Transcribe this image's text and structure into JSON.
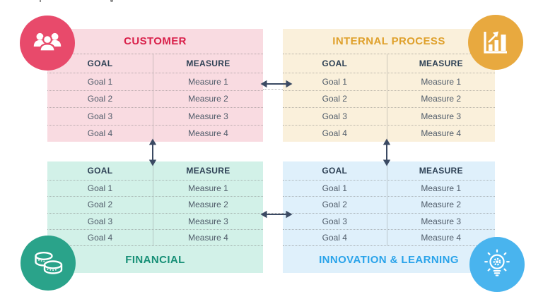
{
  "diagram": {
    "name": "balanced-scorecard",
    "colors": {
      "background": "#FFFFFF",
      "header_text": "#2E4155",
      "row_text": "#4F5B69",
      "arrow": "#3B4A63"
    }
  },
  "quadrants": {
    "customer": {
      "title": "CUSTOMER",
      "title_color": "#D9204A",
      "panel_color": "#F9DBE1",
      "badge_color": "#E84A6B",
      "icon": "people-group-icon",
      "columns": {
        "goal": "GOAL",
        "measure": "MEASURE"
      },
      "rows": [
        {
          "goal": "Goal 1",
          "measure": "Measure 1"
        },
        {
          "goal": "Goal 2",
          "measure": "Measure 2"
        },
        {
          "goal": "Goal 3",
          "measure": "Measure 3"
        },
        {
          "goal": "Goal 4",
          "measure": "Measure 4"
        }
      ]
    },
    "internal_process": {
      "title": "INTERNAL PROCESS",
      "title_color": "#DFA02B",
      "panel_color": "#FAF0DB",
      "badge_color": "#E8A93F",
      "icon": "bar-chart-growth-icon",
      "columns": {
        "goal": "GOAL",
        "measure": "MEASURE"
      },
      "rows": [
        {
          "goal": "Goal 1",
          "measure": "Measure 1"
        },
        {
          "goal": "Goal 2",
          "measure": "Measure 2"
        },
        {
          "goal": "Goal 3",
          "measure": "Measure 3"
        },
        {
          "goal": "Goal 4",
          "measure": "Measure 4"
        }
      ]
    },
    "financial": {
      "title": "FINANCIAL",
      "title_color": "#168F76",
      "panel_color": "#D2F1E8",
      "badge_color": "#2AA38A",
      "icon": "coins-icon",
      "columns": {
        "goal": "GOAL",
        "measure": "MEASURE"
      },
      "rows": [
        {
          "goal": "Goal 1",
          "measure": "Measure 1"
        },
        {
          "goal": "Goal 2",
          "measure": "Measure 2"
        },
        {
          "goal": "Goal 3",
          "measure": "Measure 3"
        },
        {
          "goal": "Goal 4",
          "measure": "Measure 4"
        }
      ]
    },
    "innovation_learning": {
      "title": "INNOVATION & LEARNING",
      "title_color": "#29A3EA",
      "panel_color": "#DFF0FB",
      "badge_color": "#49B4EE",
      "icon": "lightbulb-gear-icon",
      "columns": {
        "goal": "GOAL",
        "measure": "MEASURE"
      },
      "rows": [
        {
          "goal": "Goal 1",
          "measure": "Measure 1"
        },
        {
          "goal": "Goal 2",
          "measure": "Measure 2"
        },
        {
          "goal": "Goal 3",
          "measure": "Measure 3"
        },
        {
          "goal": "Goal 4",
          "measure": "Measure 4"
        }
      ]
    }
  }
}
